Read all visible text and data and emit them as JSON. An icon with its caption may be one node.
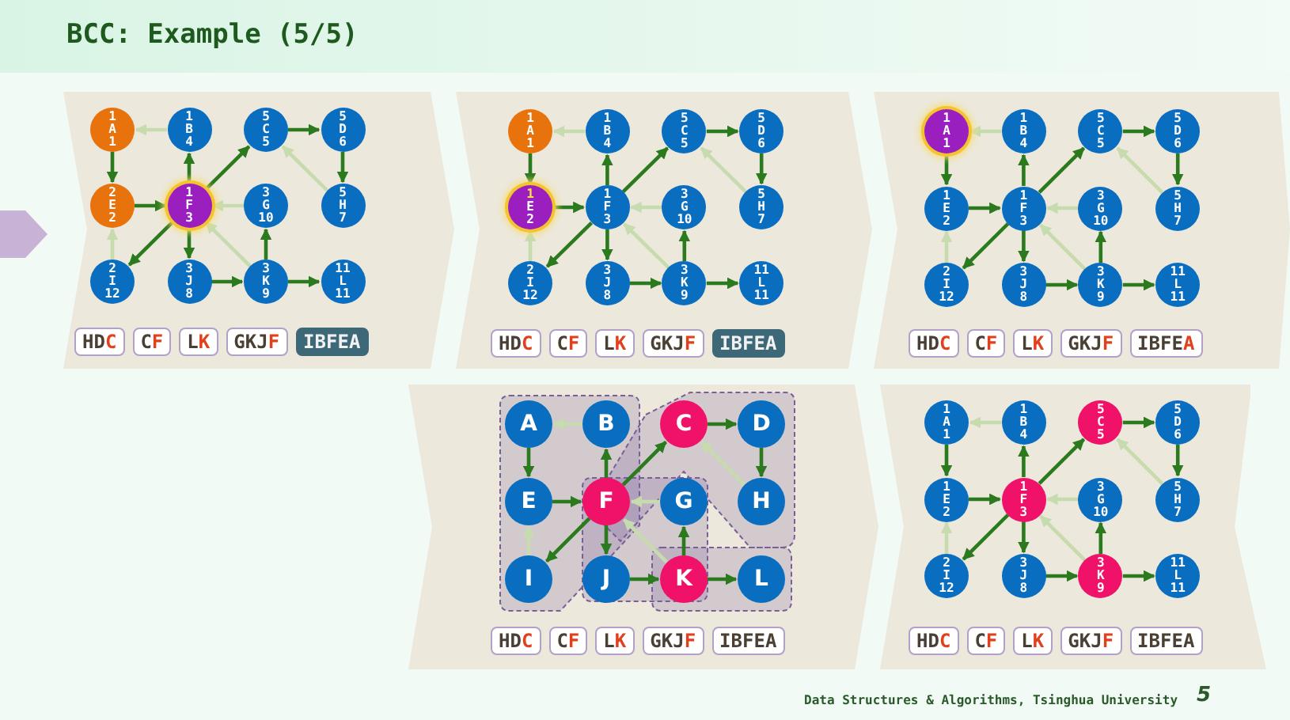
{
  "diagram": {
    "title": "BCC: Example (5/5)",
    "nodes": [
      {
        "text": [
          "1 A 1"
        ]
      },
      {
        "text": [
          "1 B 4"
        ]
      },
      {
        "text": [
          "5 C 5"
        ]
      },
      {
        "text": [
          "5 D 6"
        ]
      },
      {
        "text": [
          "2 E 2"
        ]
      },
      {
        "text": [
          "1 F 3"
        ]
      },
      {
        "text": [
          "3 G 10"
        ]
      },
      {
        "text": [
          "5 H 7"
        ]
      },
      {
        "text": [
          "2 I 12"
        ]
      },
      {
        "text": [
          "3 J 8"
        ]
      },
      {
        "text": [
          "3 K 9"
        ]
      },
      {
        "text": [
          "11 L 11"
        ]
      },
      {
        "text": [
          "1 A 1"
        ]
      },
      {
        "text": [
          "1 B 4"
        ]
      },
      {
        "text": [
          "5 C 5"
        ]
      },
      {
        "text": [
          "5 D 6"
        ]
      },
      {
        "text": [
          "1 E 2"
        ]
      },
      {
        "text": [
          "1 F 3"
        ]
      },
      {
        "text": [
          "3 G 10"
        ]
      },
      {
        "text": [
          "5 H 7"
        ]
      },
      {
        "text": [
          "2 I 12"
        ]
      },
      {
        "text": [
          "3 J 8"
        ]
      },
      {
        "text": [
          "3 K 9"
        ]
      },
      {
        "text": [
          "11 L 11"
        ]
      },
      {
        "text": [
          "1 A 1"
        ]
      },
      {
        "text": [
          "1 B 4"
        ]
      },
      {
        "text": [
          "5 C 5"
        ]
      },
      {
        "text": [
          "5 D 6"
        ]
      },
      {
        "text": [
          "1 E 2"
        ]
      },
      {
        "text": [
          "1 F 3"
        ]
      },
      {
        "text": [
          "3 G 10"
        ]
      },
      {
        "text": [
          "5 H 7"
        ]
      },
      {
        "text": [
          "2 I 12"
        ]
      },
      {
        "text": [
          "3 J 8"
        ]
      },
      {
        "text": [
          "3 K 9"
        ]
      },
      {
        "text": [
          "11 L 11"
        ]
      },
      {
        "text": [
          "A"
        ]
      },
      {
        "text": [
          "B"
        ]
      },
      {
        "text": [
          "C"
        ]
      },
      {
        "text": [
          "D"
        ]
      },
      {
        "text": [
          "E"
        ]
      },
      {
        "text": [
          "F"
        ]
      },
      {
        "text": [
          "G"
        ]
      },
      {
        "text": [
          "H"
        ]
      },
      {
        "text": [
          "I"
        ]
      },
      {
        "text": [
          "J"
        ]
      },
      {
        "text": [
          "K"
        ]
      },
      {
        "text": [
          "L"
        ]
      },
      {
        "text": [
          "1 A 1"
        ]
      },
      {
        "text": [
          "1 B 4"
        ]
      },
      {
        "text": [
          "5 C 5"
        ]
      },
      {
        "text": [
          "5 D 6"
        ]
      },
      {
        "text": [
          "1 E 2"
        ]
      },
      {
        "text": [
          "1 F 3"
        ]
      },
      {
        "text": [
          "3 G 10"
        ]
      },
      {
        "text": [
          "5 H 7"
        ]
      },
      {
        "text": [
          "2 I 12"
        ]
      },
      {
        "text": [
          "3 J 8"
        ]
      },
      {
        "text": [
          "3 K 9"
        ]
      },
      {
        "text": [
          "11 L 11"
        ]
      }
    ],
    "edges": [
      {
        "from": 1,
        "to": 0,
        "arrow": "to",
        "color": "#c6dcae"
      },
      {
        "from": 0,
        "to": 4,
        "arrow": "to"
      },
      {
        "from": 4,
        "to": 5,
        "arrow": "to"
      },
      {
        "from": 8,
        "to": 4,
        "arrow": "to",
        "color": "#c6dcae"
      },
      {
        "from": 5,
        "to": 1,
        "arrow": "to"
      },
      {
        "from": 5,
        "to": 2,
        "arrow": "to"
      },
      {
        "from": 5,
        "to": 8,
        "arrow": "to"
      },
      {
        "from": 5,
        "to": 9,
        "arrow": "to"
      },
      {
        "from": 6,
        "to": 5,
        "arrow": "to",
        "color": "#c6dcae"
      },
      {
        "from": 10,
        "to": 5,
        "arrow": "to",
        "color": "#c6dcae"
      },
      {
        "from": 2,
        "to": 3,
        "arrow": "to"
      },
      {
        "from": 3,
        "to": 7,
        "arrow": "to"
      },
      {
        "from": 7,
        "to": 2,
        "arrow": "to",
        "color": "#c6dcae"
      },
      {
        "from": 9,
        "to": 10,
        "arrow": "to"
      },
      {
        "from": 10,
        "to": 6,
        "arrow": "to"
      },
      {
        "from": 10,
        "to": 11,
        "arrow": "to"
      },
      {
        "from": 13,
        "to": 12,
        "arrow": "to",
        "color": "#c6dcae"
      },
      {
        "from": 12,
        "to": 16,
        "arrow": "to"
      },
      {
        "from": 16,
        "to": 17,
        "arrow": "to"
      },
      {
        "from": 20,
        "to": 16,
        "arrow": "to",
        "color": "#c6dcae"
      },
      {
        "from": 17,
        "to": 13,
        "arrow": "to"
      },
      {
        "from": 17,
        "to": 14,
        "arrow": "to"
      },
      {
        "from": 17,
        "to": 20,
        "arrow": "to"
      },
      {
        "from": 17,
        "to": 21,
        "arrow": "to"
      },
      {
        "from": 18,
        "to": 17,
        "arrow": "to",
        "color": "#c6dcae"
      },
      {
        "from": 22,
        "to": 17,
        "arrow": "to",
        "color": "#c6dcae"
      },
      {
        "from": 14,
        "to": 15,
        "arrow": "to"
      },
      {
        "from": 15,
        "to": 19,
        "arrow": "to"
      },
      {
        "from": 19,
        "to": 14,
        "arrow": "to",
        "color": "#c6dcae"
      },
      {
        "from": 21,
        "to": 22,
        "arrow": "to"
      },
      {
        "from": 22,
        "to": 18,
        "arrow": "to"
      },
      {
        "from": 22,
        "to": 23,
        "arrow": "to"
      },
      {
        "from": 25,
        "to": 24,
        "arrow": "to",
        "color": "#c6dcae"
      },
      {
        "from": 24,
        "to": 28,
        "arrow": "to"
      },
      {
        "from": 28,
        "to": 29,
        "arrow": "to"
      },
      {
        "from": 32,
        "to": 28,
        "arrow": "to",
        "color": "#c6dcae"
      },
      {
        "from": 29,
        "to": 25,
        "arrow": "to"
      },
      {
        "from": 29,
        "to": 26,
        "arrow": "to"
      },
      {
        "from": 29,
        "to": 32,
        "arrow": "to"
      },
      {
        "from": 29,
        "to": 33,
        "arrow": "to"
      },
      {
        "from": 30,
        "to": 29,
        "arrow": "to",
        "color": "#c6dcae"
      },
      {
        "from": 34,
        "to": 29,
        "arrow": "to",
        "color": "#c6dcae"
      },
      {
        "from": 26,
        "to": 27,
        "arrow": "to"
      },
      {
        "from": 27,
        "to": 31,
        "arrow": "to"
      },
      {
        "from": 31,
        "to": 26,
        "arrow": "to",
        "color": "#c6dcae"
      },
      {
        "from": 33,
        "to": 34,
        "arrow": "to"
      },
      {
        "from": 34,
        "to": 30,
        "arrow": "to"
      },
      {
        "from": 34,
        "to": 35,
        "arrow": "to"
      },
      {
        "from": 37,
        "to": 36,
        "arrow": "to",
        "color": "#c6dcae"
      },
      {
        "from": 36,
        "to": 40,
        "arrow": "to"
      },
      {
        "from": 40,
        "to": 41,
        "arrow": "to"
      },
      {
        "from": 44,
        "to": 40,
        "arrow": "to",
        "color": "#c6dcae"
      },
      {
        "from": 41,
        "to": 37,
        "arrow": "to"
      },
      {
        "from": 41,
        "to": 38,
        "arrow": "to"
      },
      {
        "from": 41,
        "to": 44,
        "arrow": "to"
      },
      {
        "from": 41,
        "to": 45,
        "arrow": "to"
      },
      {
        "from": 42,
        "to": 41,
        "arrow": "to",
        "color": "#c6dcae"
      },
      {
        "from": 46,
        "to": 41,
        "arrow": "to",
        "color": "#c6dcae"
      },
      {
        "from": 38,
        "to": 39,
        "arrow": "to"
      },
      {
        "from": 39,
        "to": 43,
        "arrow": "to"
      },
      {
        "from": 43,
        "to": 38,
        "arrow": "to",
        "color": "#c6dcae"
      },
      {
        "from": 45,
        "to": 46,
        "arrow": "to"
      },
      {
        "from": 46,
        "to": 42,
        "arrow": "to"
      },
      {
        "from": 46,
        "to": 47,
        "arrow": "to"
      },
      {
        "from": 49,
        "to": 48,
        "arrow": "to",
        "color": "#c6dcae"
      },
      {
        "from": 48,
        "to": 52,
        "arrow": "to"
      },
      {
        "from": 52,
        "to": 53,
        "arrow": "to"
      },
      {
        "from": 56,
        "to": 52,
        "arrow": "to",
        "color": "#c6dcae"
      },
      {
        "from": 53,
        "to": 49,
        "arrow": "to"
      },
      {
        "from": 53,
        "to": 50,
        "arrow": "to"
      },
      {
        "from": 53,
        "to": 56,
        "arrow": "to"
      },
      {
        "from": 53,
        "to": 57,
        "arrow": "to"
      },
      {
        "from": 54,
        "to": 53,
        "arrow": "to",
        "color": "#c6dcae"
      },
      {
        "from": 58,
        "to": 53,
        "arrow": "to",
        "color": "#c6dcae"
      },
      {
        "from": 50,
        "to": 51,
        "arrow": "to"
      },
      {
        "from": 51,
        "to": 55,
        "arrow": "to"
      },
      {
        "from": 55,
        "to": 50,
        "arrow": "to",
        "color": "#c6dcae"
      },
      {
        "from": 57,
        "to": 58,
        "arrow": "to"
      },
      {
        "from": 58,
        "to": 54,
        "arrow": "to"
      },
      {
        "from": 58,
        "to": 59,
        "arrow": "to"
      }
    ],
    "labels": [
      "HDC",
      "CF",
      "LK",
      "GKJF",
      "IBFEA",
      "HDC",
      "CF",
      "LK",
      "GKJF",
      "IBFEA",
      "HDC",
      "CF",
      "LK",
      "GKJF",
      "IBFEA",
      "HDC",
      "CF",
      "LK",
      "GKJF",
      "IBFEA",
      "HDC",
      "CF",
      "LK",
      "GKJF",
      "IBFEA",
      "Data Structures & Algorithms, Tsinghua University",
      "5"
    ]
  }
}
